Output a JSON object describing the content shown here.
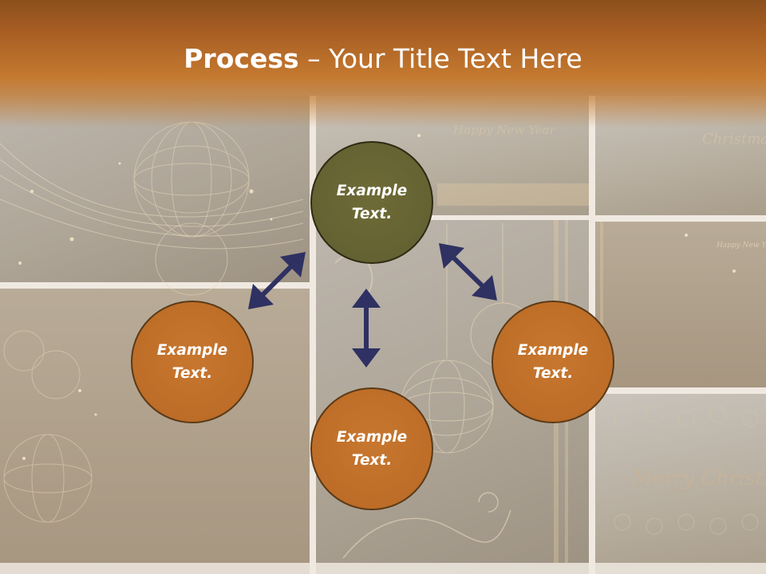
{
  "slide": {
    "title_bold": "Process",
    "title_rest": " – Your Title Text Here",
    "accent_color": "#c4792f",
    "arrow_color": "#2e3162"
  },
  "background": {
    "decorative_texts": [
      "Happy New Year",
      "Christmas",
      "Merry Christmas",
      "Happy New Ye"
    ]
  },
  "nodes": [
    {
      "id": "top",
      "text": "Example\nText.",
      "color": "#646232"
    },
    {
      "id": "left",
      "text": "Example\nText.",
      "color": "#bd6d27"
    },
    {
      "id": "right",
      "text": "Example\nText.",
      "color": "#bd6d27"
    },
    {
      "id": "bottom",
      "text": "Example\nText.",
      "color": "#bd6d27"
    }
  ],
  "connectors": [
    {
      "from": "top",
      "to": "left",
      "icon": "double-arrow-icon"
    },
    {
      "from": "top",
      "to": "right",
      "icon": "double-arrow-icon"
    },
    {
      "from": "top",
      "to": "bottom",
      "icon": "double-arrow-icon"
    }
  ]
}
